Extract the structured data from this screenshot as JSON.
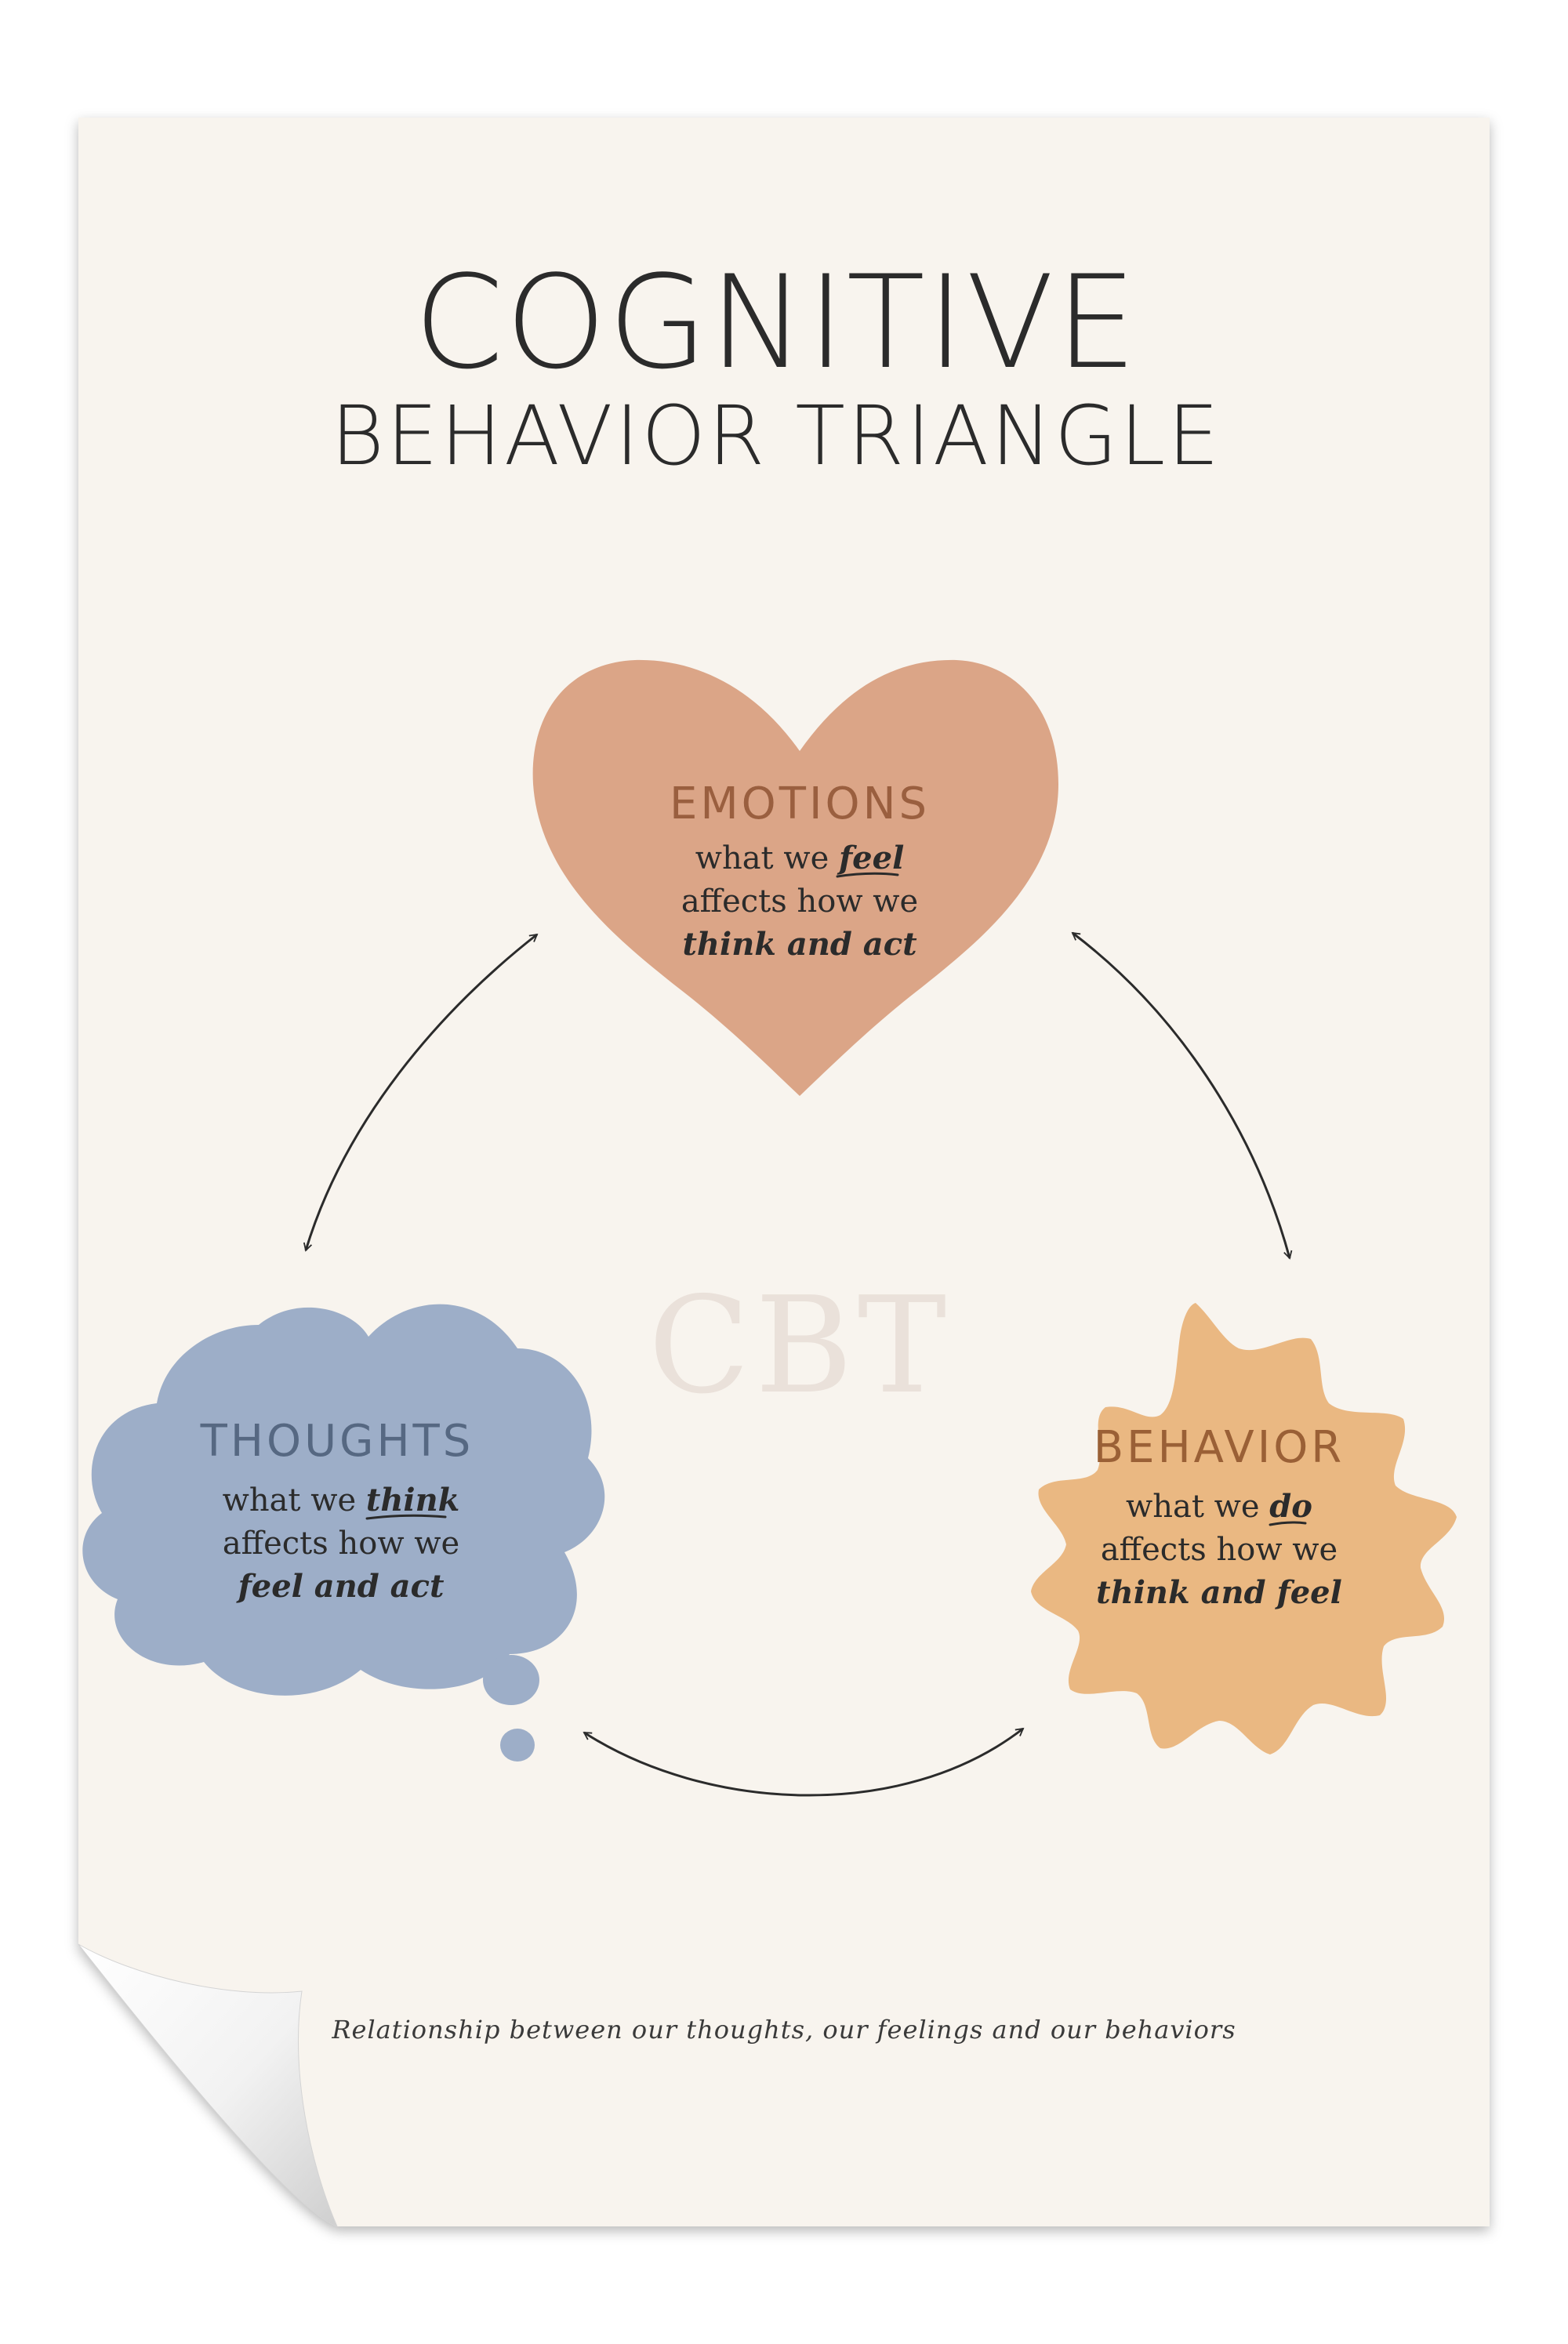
{
  "poster": {
    "title": "COGNITIVE",
    "subtitle": "BEHAVIOR TRIANGLE",
    "center_label": "CBT",
    "caption": "Relationship between our thoughts, our feelings and our behaviors"
  },
  "emotions": {
    "title": "EMOTIONS",
    "line1_pre": "what we ",
    "line1_em": "feel",
    "line2": "affects how we",
    "line3": "think and act"
  },
  "thoughts": {
    "title": "THOUGHTS",
    "line1_pre": "what we ",
    "line1_em": "think",
    "line2": "affects how we",
    "line3": "feel and act"
  },
  "behavior": {
    "title": "BEHAVIOR",
    "line1_pre": "what we ",
    "line1_em": "do",
    "line2": "affects how we",
    "line3": "think and feel"
  },
  "colors": {
    "paper": "#F8F4EE",
    "heart": "#DBA587",
    "cloud": "#9DAEC8",
    "burst": "#EAB882",
    "heart_title": "#9A5F3F",
    "cloud_title": "#566882",
    "burst_title": "#9A6036",
    "ink": "#2B2B2B",
    "watermark": "#EAE1DA"
  }
}
